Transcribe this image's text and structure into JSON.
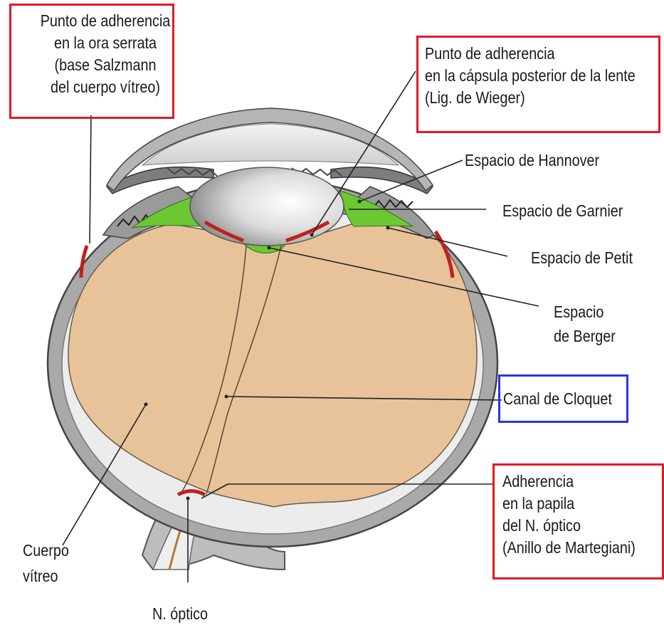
{
  "labels": {
    "ora_serrata": [
      "Punto de adherencia",
      "en la ora serrata",
      "(base Salzmann",
      "del cuerpo vítreo)"
    ],
    "capsula": [
      "Punto de adherencia",
      "en la cápsula posterior de la lente",
      "(Lig. de Wieger)"
    ],
    "hannover": "Espacio de Hannover",
    "garnier": "Espacio de Garnier",
    "petit": "Espacio de Petit",
    "berger": [
      "Espacio",
      "de Berger"
    ],
    "cloquet": "Canal de Cloquet",
    "papila": [
      "Adherencia",
      "en la papila",
      "del N. óptico",
      "(Anillo de Martegiani)"
    ],
    "cuerpo_vitreo": [
      "Cuerpo",
      "vítreo"
    ],
    "nervio_optico": "N. óptico"
  },
  "colors": {
    "vitreous": "#e8c39a",
    "space_green": "#6cc832",
    "adhesion_red": "#c0201c",
    "sclera": "#a7a7a7",
    "box_red": "#e01b24",
    "box_blue": "#2b35e6"
  }
}
